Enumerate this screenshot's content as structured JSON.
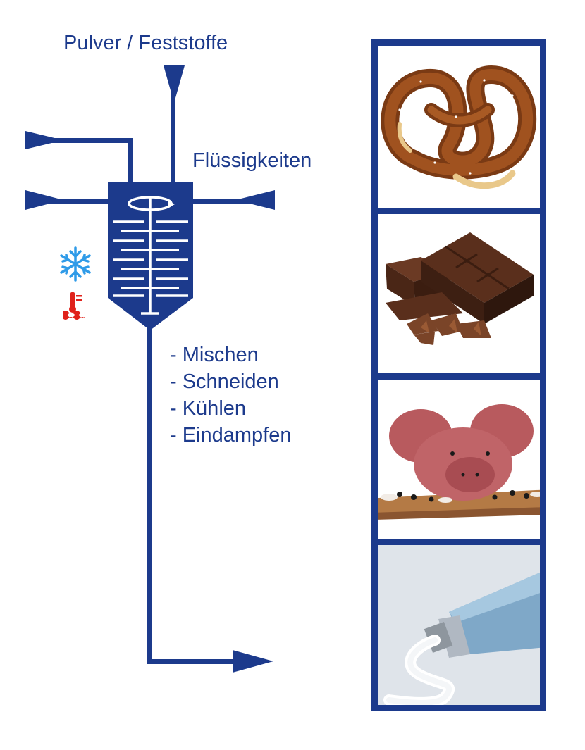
{
  "labels": {
    "powder": "Pulver / Feststoffe",
    "liquids": "Flüssigkeiten"
  },
  "process_steps": [
    "- Mischen",
    "- Schneiden",
    "- Kühlen",
    "- Eindampfen"
  ],
  "icons": {
    "cooling": "snowflake-icon",
    "heating": "thermometer-heat-icon"
  },
  "colors": {
    "diagram": "#1c3a8c",
    "cooling": "#2f9be8",
    "heating": "#e0221b"
  }
}
